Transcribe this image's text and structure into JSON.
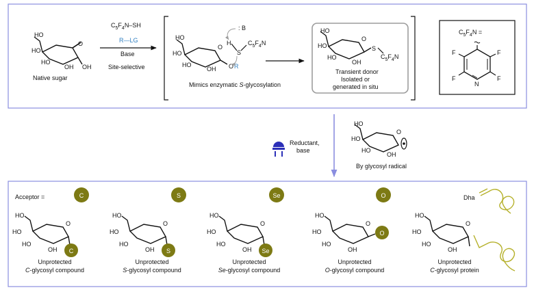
{
  "colors": {
    "frame": "#8a8ee0",
    "olive": "#7d7a14",
    "blue_text": "#2f7fc1",
    "lamp": "#2b2fb8",
    "grey_box": "#9c9c9c",
    "arrow_down": "#8a8ee0"
  },
  "top": {
    "native_sugar": "Native sugar",
    "reagent_line1_main": "C",
    "reagent_line1_sub1": "5",
    "reagent_line1_mid": "F",
    "reagent_line1_sub2": "4",
    "reagent_line1_end": "N–SH",
    "reagent_line2": "R—LG",
    "reagent_line3": "Base",
    "reagent_line4": "Site-selective",
    "mimics_prefix": "Mimics enzymatic ",
    "mimics_italic": "S",
    "mimics_suffix": "-glycosylation",
    "base_label": ": B",
    "H": "H",
    "S": "S",
    "OR_O": "O",
    "OR_R": "R",
    "transient_1": "Transient donor",
    "transient_2": "Isolated or",
    "transient_3": "generated in situ",
    "c5f4n_label": "C",
    "c5f4n_eq": "N =",
    "F": "F",
    "N": "N"
  },
  "middle": {
    "reductant": "Reductant,",
    "base": "base",
    "radical_label": "By glycosyl radical"
  },
  "bottom": {
    "acceptor": "Acceptor =",
    "circles": [
      "C",
      "S",
      "Se",
      "O"
    ],
    "dha": "Dha",
    "unprotected": "Unprotected",
    "labels": [
      {
        "italic": "C",
        "rest": "-glycosyl compound"
      },
      {
        "italic": "S",
        "rest": "-glycosyl compound"
      },
      {
        "italic": "Se",
        "rest": "-glycosyl compound"
      },
      {
        "italic": "O",
        "rest": "-glycosyl compound"
      },
      {
        "italic": "C",
        "rest": "-glycosyl protein"
      }
    ]
  },
  "sugar_labels": {
    "HO": "HO",
    "OH": "OH",
    "O": "O"
  }
}
